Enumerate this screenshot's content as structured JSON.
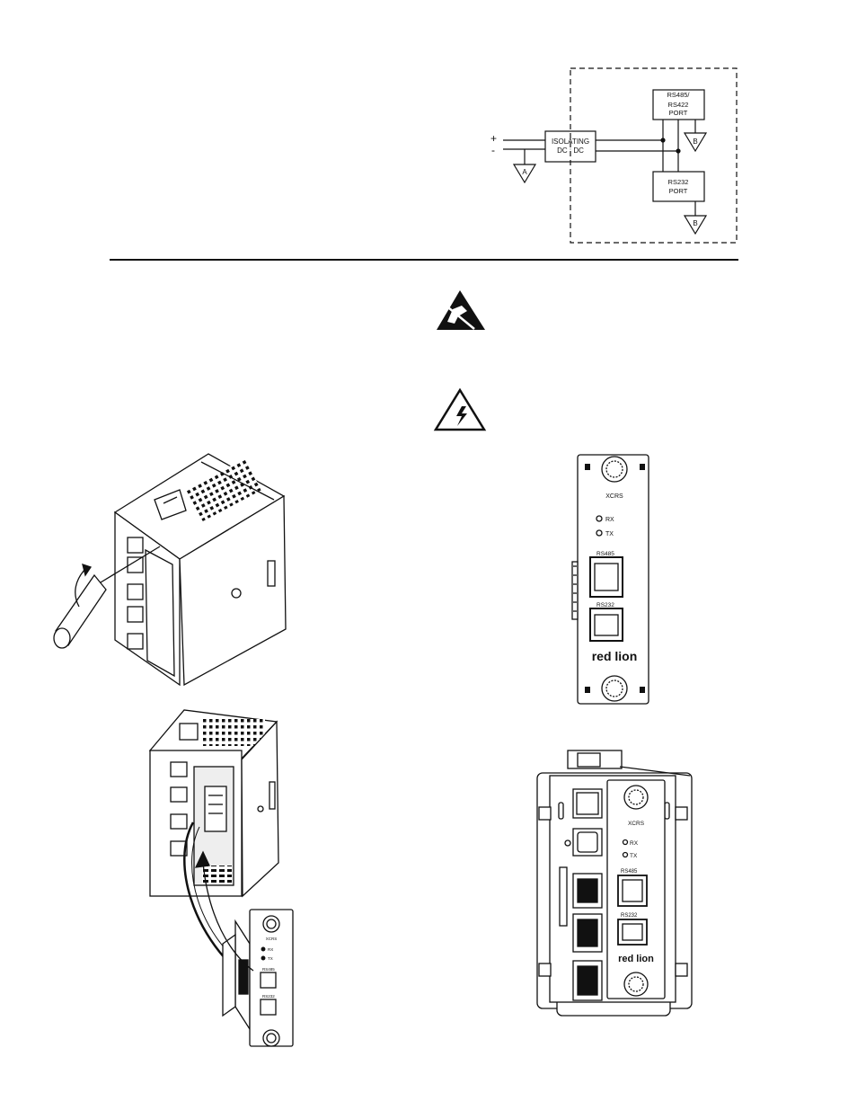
{
  "schematic": {
    "plus": "+",
    "minus": "-",
    "isolating_line1": "ISOLATING",
    "isolating_line2": "DC : DC",
    "ground_a": "A",
    "rs485_line1": "RS485/",
    "rs485_line2": "RS422",
    "rs485_line3": "PORT",
    "rs232_line1": "RS232",
    "rs232_line2": "PORT",
    "ground_b1": "B",
    "ground_b2": "B"
  },
  "module_front": {
    "name": "XCRS",
    "rx": "RX",
    "tx": "TX",
    "rs485": "RS485",
    "rs232": "RS232",
    "logo": "red lion"
  },
  "module_installed": {
    "name": "XCRS",
    "rx": "RX",
    "tx": "TX",
    "rs485": "RS485",
    "rs232": "RS232",
    "logo": "red lion"
  },
  "module_insert": {
    "name": "XCRS",
    "rx": "RX",
    "tx": "TX",
    "rs485": "RS485",
    "rs232": "RS232"
  },
  "colors": {
    "ink": "#111111",
    "paper": "#ffffff",
    "grey": "#d8d8d8"
  }
}
